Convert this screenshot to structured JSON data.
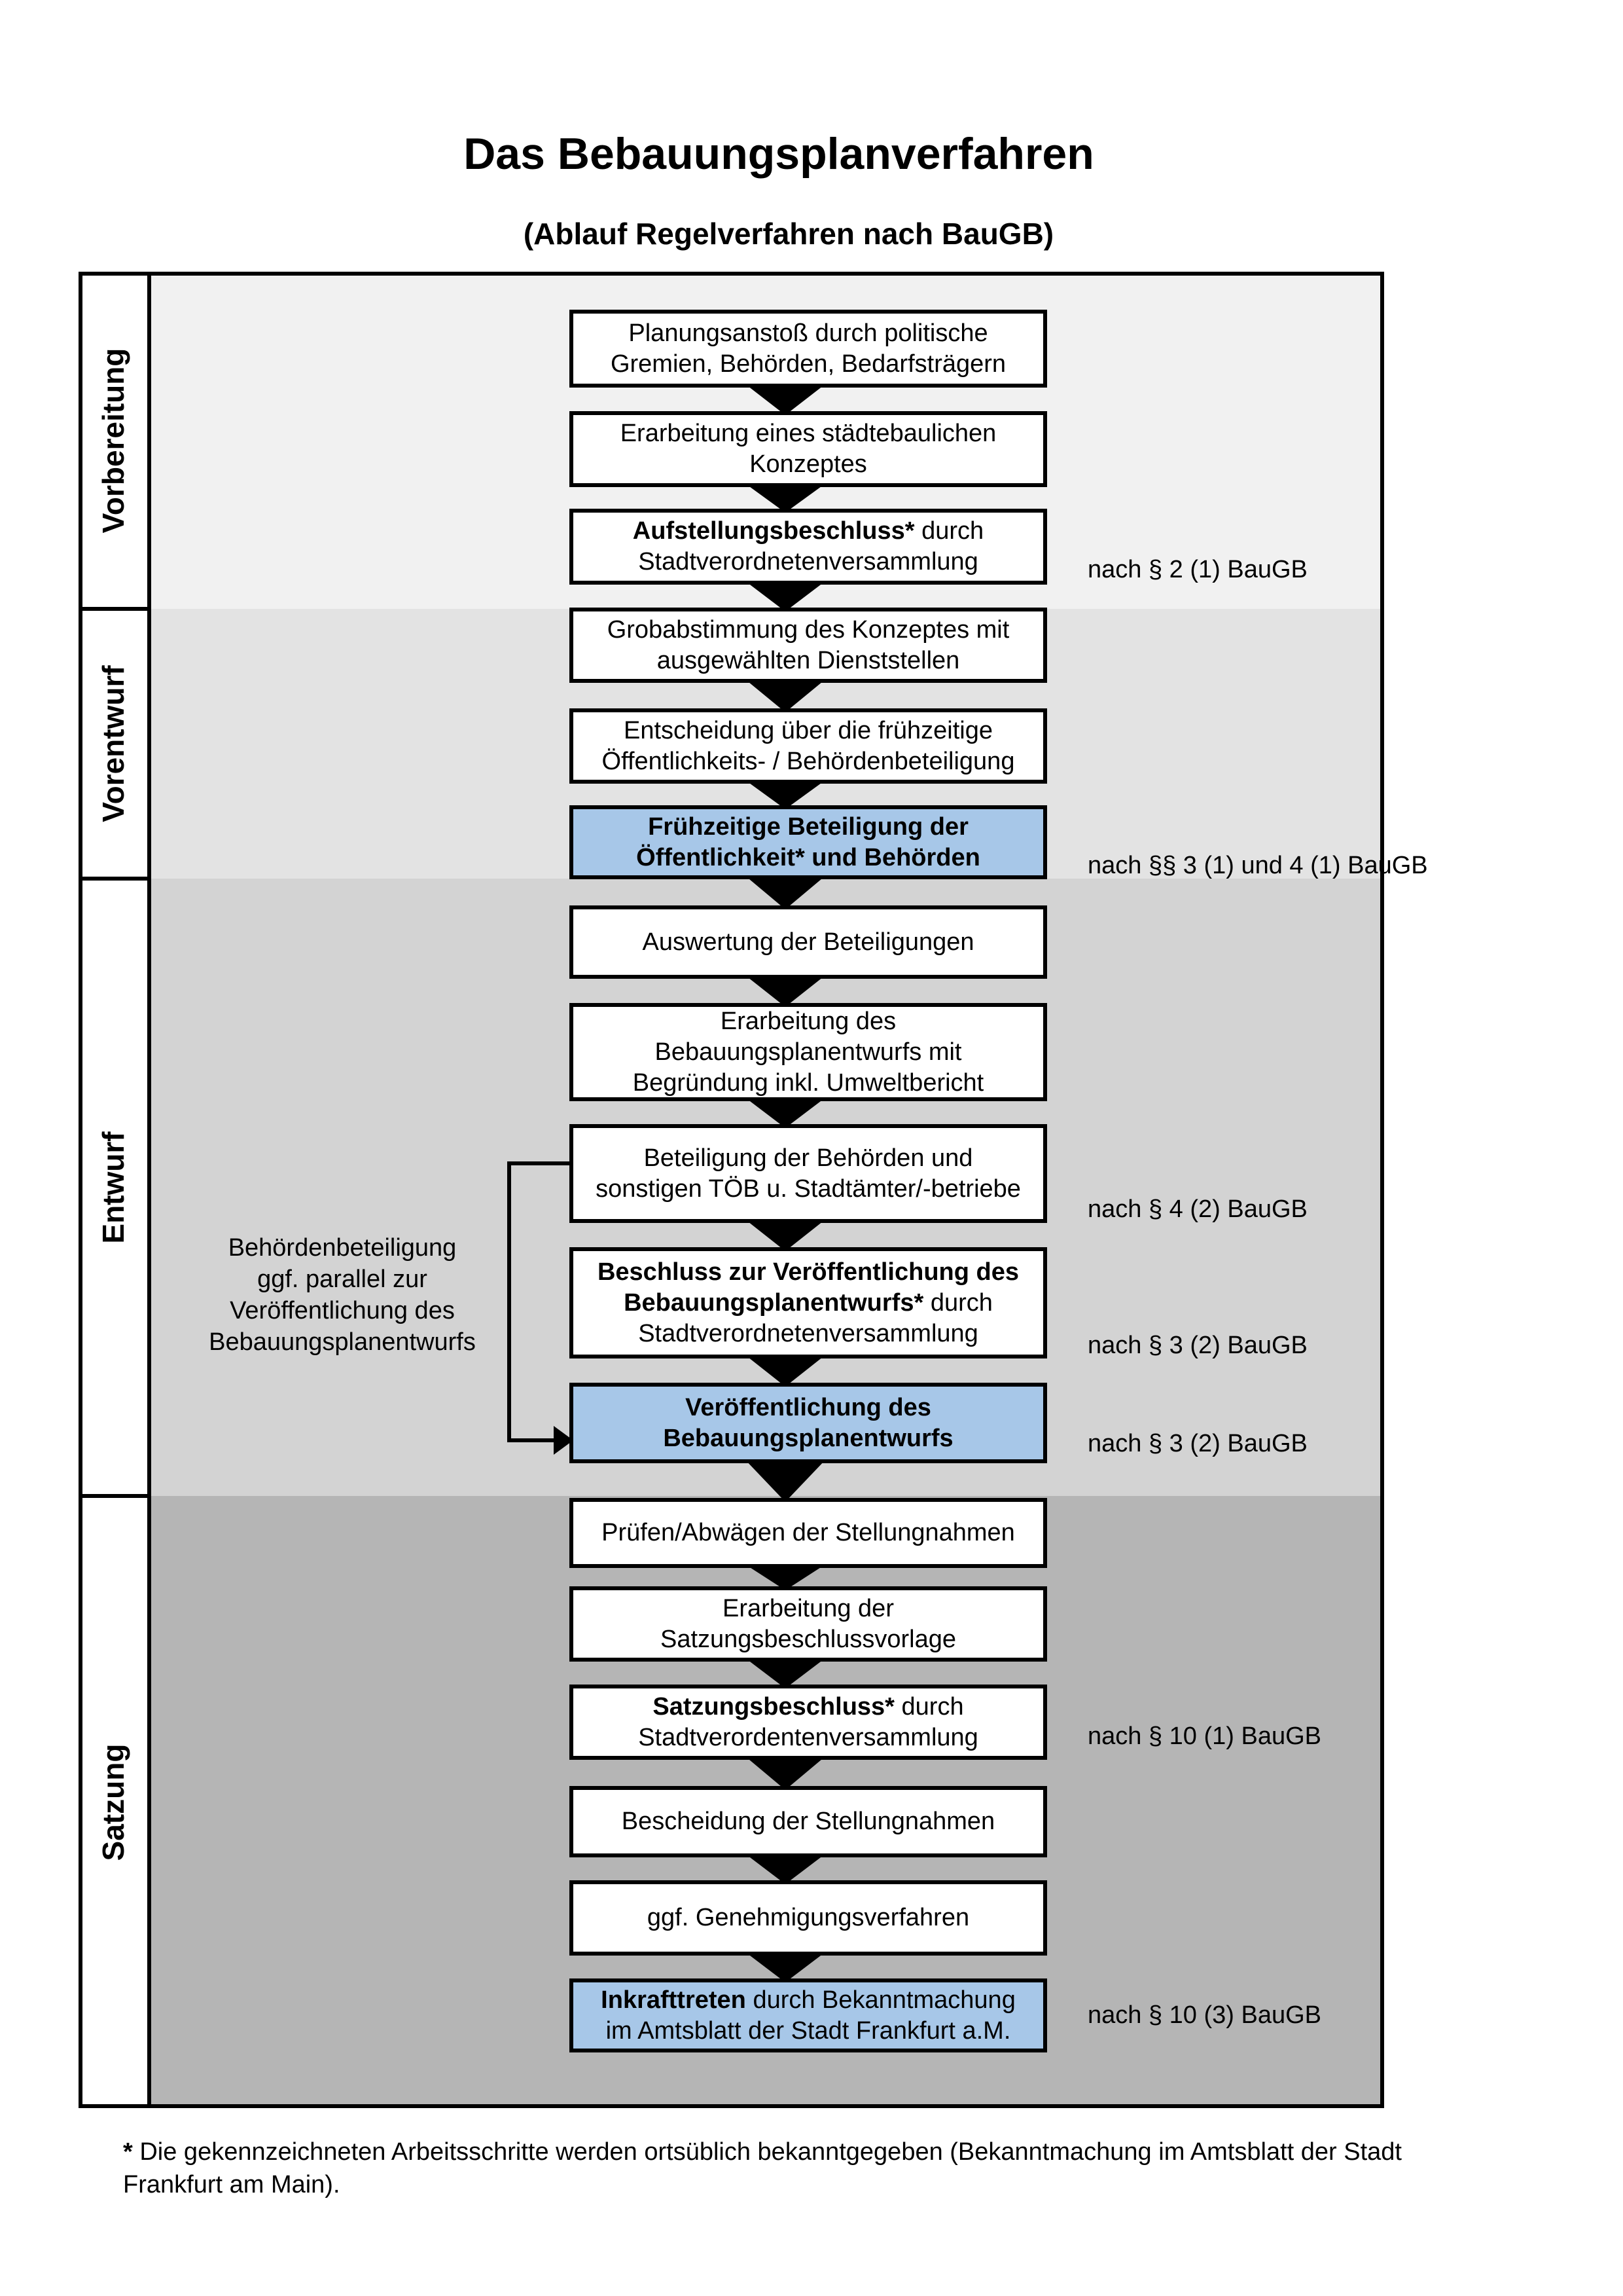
{
  "page": {
    "title": "Das Bebauungsplanverfahren",
    "subtitle": "(Ablauf Regelverfahren nach BauGB)"
  },
  "colors": {
    "highlight_blue": "#a7c7e8",
    "box_white": "#ffffff",
    "border_black": "#000000",
    "band_vorbereitung": "#f1f1f1",
    "band_vorentwurf": "#e3e3e3",
    "band_entwurf": "#d3d3d3",
    "band_satzung": "#b5b5b5"
  },
  "phases": [
    {
      "label": "Vorbereitung",
      "band_color": "#f1f1f1"
    },
    {
      "label": "Vorentwurf",
      "band_color": "#e3e3e3"
    },
    {
      "label": "Entwurf",
      "band_color": "#d3d3d3"
    },
    {
      "label": "Satzung",
      "band_color": "#b5b5b5"
    }
  ],
  "steps": [
    {
      "id": "planungsanstoss",
      "highlighted": false,
      "lines": [
        [
          {
            "t": "Planungsanstoß durch politische"
          }
        ],
        [
          {
            "t": "Gremien, Behörden, Bedarfsträgern"
          }
        ]
      ]
    },
    {
      "id": "konzept-erarbeitung",
      "highlighted": false,
      "lines": [
        [
          {
            "t": "Erarbeitung eines städtebaulichen"
          }
        ],
        [
          {
            "t": "Konzeptes"
          }
        ]
      ]
    },
    {
      "id": "aufstellungsbeschluss",
      "highlighted": false,
      "lines": [
        [
          {
            "t": "Aufstellungsbeschluss*",
            "b": true
          },
          {
            "t": " durch"
          }
        ],
        [
          {
            "t": "Stadtverordnetenversammlung"
          }
        ]
      ]
    },
    {
      "id": "grobabstimmung",
      "highlighted": false,
      "lines": [
        [
          {
            "t": "Grobabstimmung des Konzeptes mit"
          }
        ],
        [
          {
            "t": "ausgewählten Dienststellen"
          }
        ]
      ]
    },
    {
      "id": "entscheidung-fruehzeitige-beteiligung",
      "highlighted": false,
      "lines": [
        [
          {
            "t": "Entscheidung über die frühzeitige"
          }
        ],
        [
          {
            "t": "Öffentlichkeits- / Behördenbeteiligung"
          }
        ]
      ]
    },
    {
      "id": "fruehzeitige-beteiligung",
      "highlighted": true,
      "lines": [
        [
          {
            "t": "Frühzeitige Beteiligung der",
            "b": true
          }
        ],
        [
          {
            "t": "Öffentlichkeit* und Behörden",
            "b": true
          }
        ]
      ]
    },
    {
      "id": "auswertung-beteiligungen",
      "highlighted": false,
      "lines": [
        [
          {
            "t": "Auswertung der Beteiligungen"
          }
        ]
      ]
    },
    {
      "id": "entwurf-erarbeitung",
      "highlighted": false,
      "lines": [
        [
          {
            "t": "Erarbeitung des"
          }
        ],
        [
          {
            "t": "Bebauungsplanentwurfs mit"
          }
        ],
        [
          {
            "t": "Begründung inkl. Umweltbericht"
          }
        ]
      ]
    },
    {
      "id": "behoerdenbeteiligung-toeb",
      "highlighted": false,
      "lines": [
        [
          {
            "t": "Beteiligung der Behörden und"
          }
        ],
        [
          {
            "t": "sonstigen TÖB u. Stadtämter/-betriebe"
          }
        ]
      ]
    },
    {
      "id": "veroeffentlichungsbeschluss",
      "highlighted": false,
      "lines": [
        [
          {
            "t": "Beschluss zur Veröffentlichung des",
            "b": true
          }
        ],
        [
          {
            "t": "Bebauungsplanentwurfs*",
            "b": true
          },
          {
            "t": " durch"
          }
        ],
        [
          {
            "t": "Stadtverordnetenversammlung"
          }
        ]
      ]
    },
    {
      "id": "veroeffentlichung-entwurf",
      "highlighted": true,
      "lines": [
        [
          {
            "t": "Veröffentlichung des",
            "b": true
          }
        ],
        [
          {
            "t": "Bebauungsplanentwurfs",
            "b": true
          }
        ]
      ]
    },
    {
      "id": "pruefen-abwaegen",
      "highlighted": false,
      "lines": [
        [
          {
            "t": "Prüfen/Abwägen der Stellungnahmen"
          }
        ]
      ]
    },
    {
      "id": "satzungsbeschlussvorlage",
      "highlighted": false,
      "lines": [
        [
          {
            "t": "Erarbeitung der"
          }
        ],
        [
          {
            "t": "Satzungsbeschlussvorlage"
          }
        ]
      ]
    },
    {
      "id": "satzungsbeschluss",
      "highlighted": false,
      "lines": [
        [
          {
            "t": "Satzungsbeschluss*",
            "b": true
          },
          {
            "t": " durch"
          }
        ],
        [
          {
            "t": "Stadtverordentenversammlung"
          }
        ]
      ]
    },
    {
      "id": "bescheidung-stellungnahmen",
      "highlighted": false,
      "lines": [
        [
          {
            "t": "Bescheidung der Stellungnahmen"
          }
        ]
      ]
    },
    {
      "id": "genehmigungsverfahren",
      "highlighted": false,
      "lines": [
        [
          {
            "t": "ggf. Genehmigungsverfahren"
          }
        ]
      ]
    },
    {
      "id": "inkrafttreten",
      "highlighted": true,
      "lines": [
        [
          {
            "t": "Inkrafttreten",
            "b": true
          },
          {
            "t": " durch Bekanntmachung"
          }
        ],
        [
          {
            "t": "im Amtsblatt der Stadt Frankfurt a.M."
          }
        ]
      ]
    }
  ],
  "references": [
    {
      "text": "nach § 2 (1) BauGB"
    },
    {
      "text": "nach §§ 3 (1) und 4 (1) BauGB"
    },
    {
      "text": "nach § 4 (2) BauGB"
    },
    {
      "text": "nach § 3 (2) BauGB"
    },
    {
      "text": "nach § 3 (2) BauGB"
    },
    {
      "text": "nach § 10 (1) BauGB"
    },
    {
      "text": "nach § 10 (3) BauGB"
    }
  ],
  "side_note": {
    "lines": [
      "Behördenbeteiligung",
      "ggf. parallel zur",
      "Veröffentlichung des",
      "Bebauungsplanentwurfs"
    ]
  },
  "footer": {
    "asterisk": "*",
    "note_lines": [
      "Die gekennzeichneten Arbeitsschritte werden ortsüblich bekanntgegeben (Bekanntmachung im Amtsblatt der Stadt",
      "Frankfurt am Main)."
    ]
  }
}
